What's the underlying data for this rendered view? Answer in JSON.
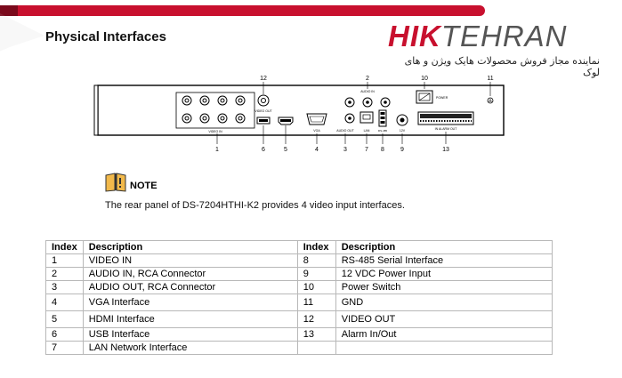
{
  "header": {
    "section_title": "Physical Interfaces",
    "logo_part1": "HIK",
    "logo_part2": "TEHRAN",
    "logo_subtitle": "نماینده مجاز فروش محصولات هایک ویژن و های لوک"
  },
  "diagram": {
    "callouts": [
      "1",
      "2",
      "3",
      "4",
      "5",
      "6",
      "7",
      "8",
      "9",
      "10",
      "11",
      "12",
      "13"
    ],
    "panel_labels": {
      "video_in": "VIDEO IN",
      "audio_in": "AUDIO IN",
      "video_out": "VIDEO OUT",
      "vga": "VGA",
      "audio_out": "AUDIO OUT",
      "lan": "LAN",
      "rs485": "RS-485",
      "power_in": "12V",
      "power": "POWER",
      "alarm": "IN ALARM OUT"
    }
  },
  "note": {
    "label": "NOTE",
    "text": "The rear panel of DS-7204HTHI-K2 provides 4 video input interfaces."
  },
  "table": {
    "headers": [
      "Index",
      "Description",
      "Index",
      "Description"
    ],
    "rows": [
      [
        "1",
        "VIDEO IN",
        "8",
        "RS-485 Serial Interface"
      ],
      [
        "2",
        "AUDIO IN, RCA Connector",
        "9",
        "12 VDC Power Input"
      ],
      [
        "3",
        "AUDIO OUT, RCA Connector",
        "10",
        "Power Switch"
      ],
      [
        "4",
        "VGA Interface",
        "11",
        "GND"
      ],
      [
        "5",
        "HDMI Interface",
        "12",
        "VIDEO OUT"
      ],
      [
        "6",
        "USB Interface",
        "13",
        "Alarm In/Out"
      ],
      [
        "7",
        "LAN Network Interface",
        "",
        ""
      ]
    ]
  },
  "colors": {
    "brand_red": "#c8102e",
    "logo_gray": "#555555",
    "border": "#b8b8b8"
  }
}
